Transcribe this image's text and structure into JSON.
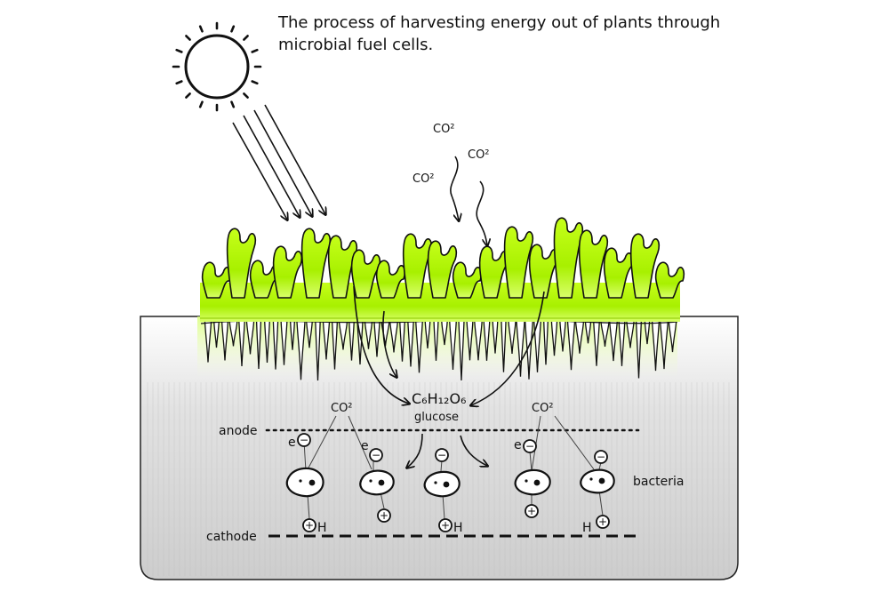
{
  "title": "The process of harvesting energy out of plants through microbial fuel cells.",
  "labels": {
    "co2_a": "CO²",
    "co2_b": "CO²",
    "co2_c": "CO²",
    "co2_left": "CO²",
    "co2_right": "CO²",
    "glucose_formula": "C₆H₁₂O₆",
    "glucose": "glucose",
    "anode": "anode",
    "cathode": "cathode",
    "bacteria": "bacteria",
    "electron": "e",
    "hydrogen": "H",
    "minus": "−",
    "plus": "+"
  },
  "colors": {
    "plant": "#a8f000",
    "soil_top": "#ffffff",
    "soil_bottom": "#cfcfcf",
    "line": "#111111"
  },
  "icons": [
    "sun-icon",
    "sunlight-rays-icon",
    "plant-leaves-icon",
    "roots-icon",
    "bacteria-cell-icon",
    "electron-icon",
    "proton-icon"
  ]
}
